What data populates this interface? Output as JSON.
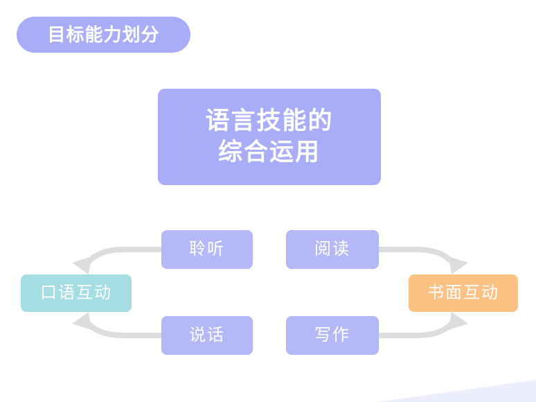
{
  "slide": {
    "background_color": "#ffffff",
    "header": {
      "label": "目标能力划分",
      "pill_color": "#a9acf7",
      "text_color": "#ffffff"
    },
    "title_card": {
      "line1": "语言技能的",
      "line2": "综合运用",
      "background_color": "#a9acf7",
      "text_color": "#ffffff"
    },
    "diagram": {
      "arrow_color": "#dddddd",
      "nodes": [
        {
          "id": "listening",
          "label": "聆听",
          "color": "#b5b8f6",
          "role": "skill",
          "position": "top-left-inner"
        },
        {
          "id": "reading",
          "label": "阅读",
          "color": "#b5b8f6",
          "role": "skill",
          "position": "top-right-inner"
        },
        {
          "id": "speaking",
          "label": "说话",
          "color": "#b5b8f6",
          "role": "skill",
          "position": "bottom-left-inner"
        },
        {
          "id": "writing",
          "label": "写作",
          "color": "#b5b8f6",
          "role": "skill",
          "position": "bottom-right-inner"
        },
        {
          "id": "oral",
          "label": "口语互动",
          "color": "#a4dde2",
          "role": "interaction",
          "position": "left"
        },
        {
          "id": "written",
          "label": "书面互动",
          "color": "#fcc283",
          "role": "interaction",
          "position": "right"
        }
      ],
      "edges": [
        {
          "from": "listening",
          "to": "oral"
        },
        {
          "from": "speaking",
          "to": "oral"
        },
        {
          "from": "reading",
          "to": "written"
        },
        {
          "from": "writing",
          "to": "written"
        }
      ]
    },
    "decoration": {
      "corner_wedge_color": "#eceefb"
    }
  }
}
